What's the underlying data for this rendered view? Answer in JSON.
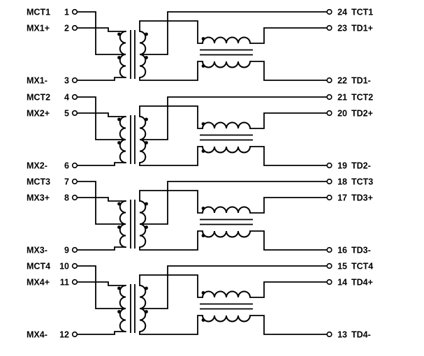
{
  "figure": {
    "kind": "quad-transformer-schematic",
    "background": "#ffffff",
    "wire_color": "#000000"
  },
  "sections": [
    {
      "left": [
        {
          "name": "MCT1",
          "pin": "1"
        },
        {
          "name": "MX1+",
          "pin": "2"
        },
        {
          "name": "MX1-",
          "pin": "3"
        }
      ],
      "right": [
        {
          "pin": "24",
          "name": "TCT1"
        },
        {
          "pin": "23",
          "name": "TD1+"
        },
        {
          "pin": "22",
          "name": "TD1-"
        }
      ]
    },
    {
      "left": [
        {
          "name": "MCT2",
          "pin": "4"
        },
        {
          "name": "MX2+",
          "pin": "5"
        },
        {
          "name": "MX2-",
          "pin": "6"
        }
      ],
      "right": [
        {
          "pin": "21",
          "name": "TCT2"
        },
        {
          "pin": "20",
          "name": "TD2+"
        },
        {
          "pin": "19",
          "name": "TD2-"
        }
      ]
    },
    {
      "left": [
        {
          "name": "MCT3",
          "pin": "7"
        },
        {
          "name": "MX3+",
          "pin": "8"
        },
        {
          "name": "MX3-",
          "pin": "9"
        }
      ],
      "right": [
        {
          "pin": "18",
          "name": "TCT3"
        },
        {
          "pin": "17",
          "name": "TD3+"
        },
        {
          "pin": "16",
          "name": "TD3-"
        }
      ]
    },
    {
      "left": [
        {
          "name": "MCT4",
          "pin": "10"
        },
        {
          "name": "MX4+",
          "pin": "11"
        },
        {
          "name": "MX4-",
          "pin": "12"
        }
      ],
      "right": [
        {
          "pin": "15",
          "name": "TCT4"
        },
        {
          "pin": "14",
          "name": "TD4+"
        },
        {
          "pin": "13",
          "name": "TD4-"
        }
      ]
    }
  ]
}
